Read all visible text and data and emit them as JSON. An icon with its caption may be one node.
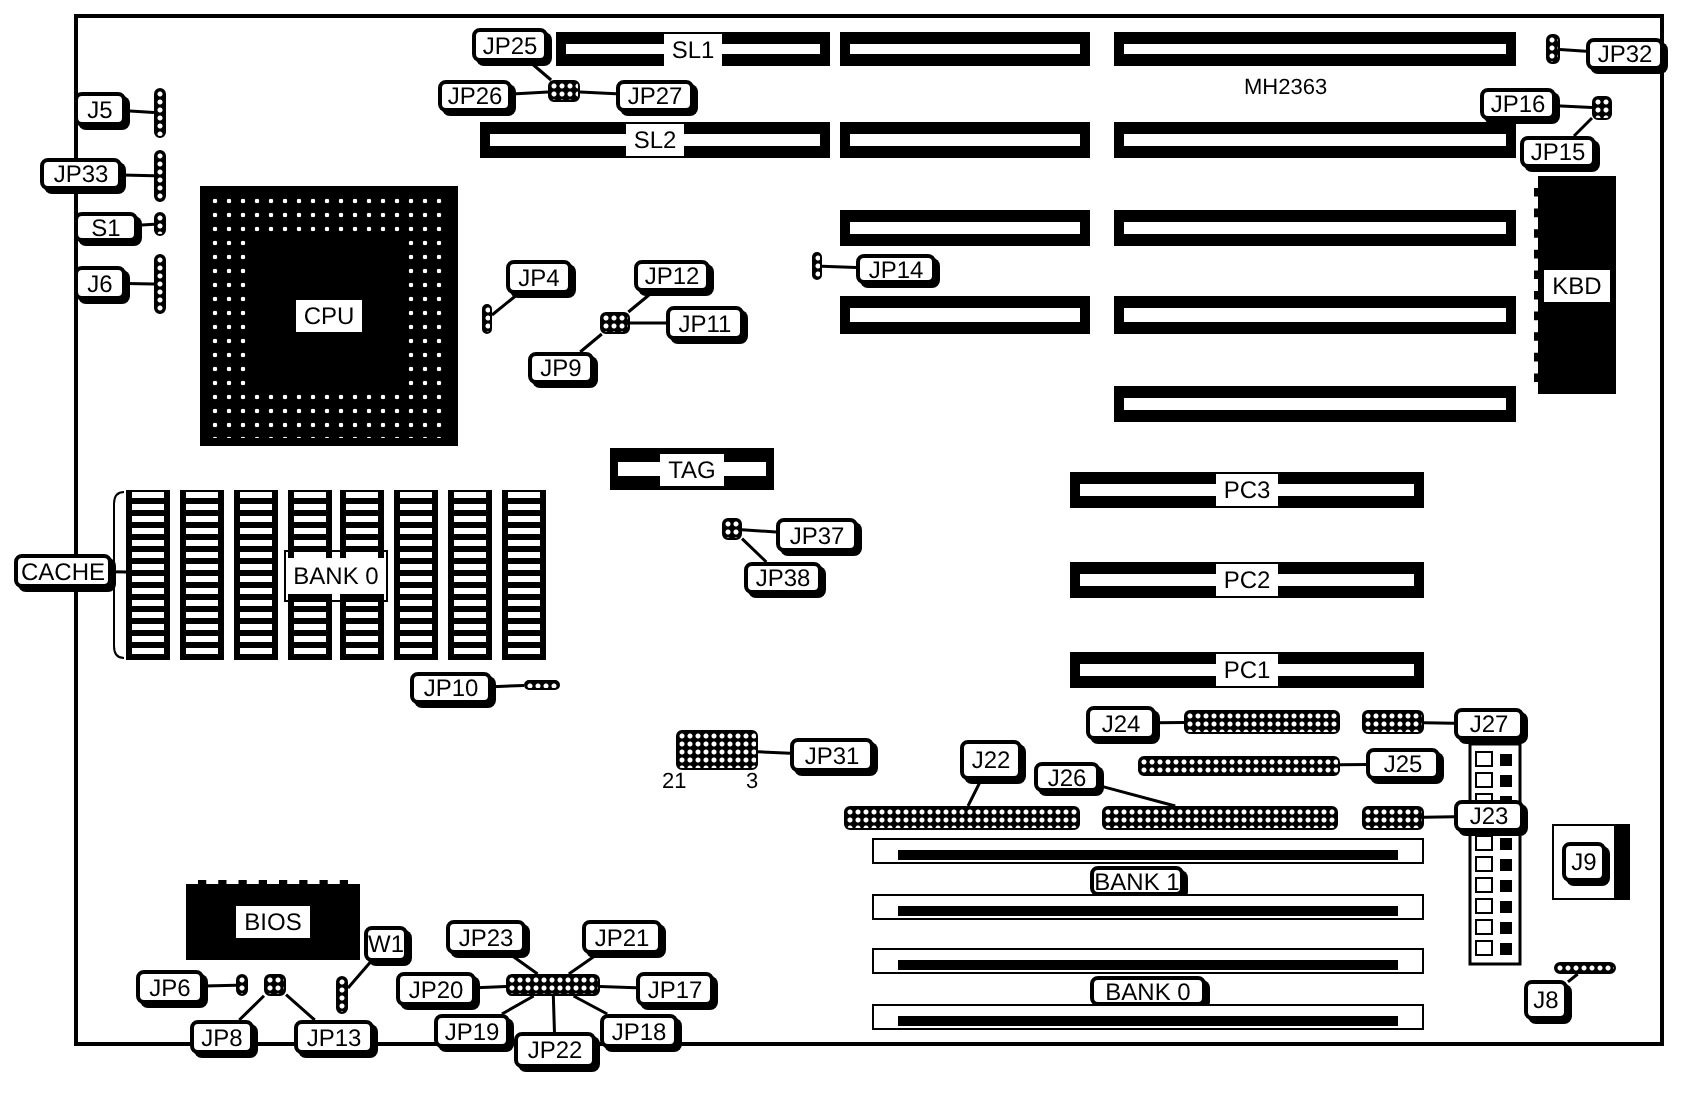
{
  "diagram": {
    "nodes": [
      {
        "text": [
          "SL1"
        ]
      },
      {
        "text": [
          "SL2"
        ]
      },
      {
        "text": [],
        "shape": "bar"
      },
      {
        "text": [],
        "shape": "bar"
      },
      {
        "text": [],
        "shape": "bar"
      },
      {
        "text": [],
        "shape": "bar"
      },
      {
        "text": [],
        "shape": "bar"
      },
      {
        "text": [],
        "shape": "bar"
      },
      {
        "text": [],
        "shape": "bar"
      },
      {
        "text": [],
        "shape": "bar"
      },
      {
        "text": [],
        "shape": "bar"
      },
      {
        "text": [
          "JP25"
        ]
      },
      {
        "text": [
          "JP26"
        ]
      },
      {
        "text": [],
        "shape": "box"
      },
      {
        "text": [
          "JP27"
        ]
      },
      {
        "text": [],
        "shape": "box"
      },
      {
        "text": [
          "JP32"
        ]
      },
      {
        "text": [
          "JP16"
        ]
      },
      {
        "text": [],
        "shape": "box"
      },
      {
        "text": [
          "JP15"
        ]
      },
      {
        "text": [
          "KBD"
        ]
      },
      {
        "text": [
          "J5"
        ]
      },
      {
        "text": [],
        "shape": "box"
      },
      {
        "text": [
          "JP33"
        ]
      },
      {
        "text": [],
        "shape": "box"
      },
      {
        "text": [
          "S1"
        ]
      },
      {
        "text": [],
        "shape": "box"
      },
      {
        "text": [
          "J6"
        ]
      },
      {
        "text": [],
        "shape": "box"
      },
      {
        "text": [
          "CPU"
        ]
      },
      {
        "text": [
          "JP4"
        ]
      },
      {
        "text": [],
        "shape": "box"
      },
      {
        "text": [
          "JP12"
        ]
      },
      {
        "text": [],
        "shape": "box"
      },
      {
        "text": [
          "JP11"
        ]
      },
      {
        "text": [
          "JP9"
        ]
      },
      {
        "text": [],
        "shape": "box"
      },
      {
        "text": [
          "JP14"
        ]
      },
      {
        "text": [
          "TAG"
        ]
      },
      {
        "text": [
          "CACHE"
        ]
      },
      {
        "text": [
          "BANK 0"
        ]
      },
      {
        "text": [],
        "shape": "box"
      },
      {
        "text": [
          "JP37"
        ]
      },
      {
        "text": [
          "JP38"
        ]
      },
      {
        "text": [
          "PC3"
        ]
      },
      {
        "text": [
          "PC2"
        ]
      },
      {
        "text": [
          "PC1"
        ]
      },
      {
        "text": [
          "JP10"
        ]
      },
      {
        "text": [],
        "shape": "box"
      },
      {
        "text": [],
        "shape": "box"
      },
      {
        "text": [
          "JP31"
        ]
      },
      {
        "text": [
          "J24"
        ]
      },
      {
        "text": [],
        "shape": "box"
      },
      {
        "text": [],
        "shape": "box"
      },
      {
        "text": [
          "J27"
        ]
      },
      {
        "text": [
          "J22"
        ]
      },
      {
        "text": [
          "J26"
        ]
      },
      {
        "text": [],
        "shape": "box"
      },
      {
        "text": [
          "J25"
        ]
      },
      {
        "text": [],
        "shape": "box"
      },
      {
        "text": [],
        "shape": "box"
      },
      {
        "text": [],
        "shape": "box"
      },
      {
        "text": [
          "J23"
        ]
      },
      {
        "text": [
          "J9"
        ]
      },
      {
        "text": [],
        "shape": "bar"
      },
      {
        "text": [
          "BANK 1"
        ]
      },
      {
        "text": [],
        "shape": "bar"
      },
      {
        "text": [],
        "shape": "bar"
      },
      {
        "text": [
          "BANK 0"
        ]
      },
      {
        "text": [],
        "shape": "bar"
      },
      {
        "text": [],
        "shape": "box"
      },
      {
        "text": [
          "J8"
        ]
      },
      {
        "text": [
          "BIOS"
        ]
      },
      {
        "text": [
          "W1"
        ]
      },
      {
        "text": [
          "JP6"
        ]
      },
      {
        "text": [],
        "shape": "box"
      },
      {
        "text": [],
        "shape": "box"
      },
      {
        "text": [],
        "shape": "box"
      },
      {
        "text": [
          "JP23"
        ]
      },
      {
        "text": [
          "JP21"
        ]
      },
      {
        "text": [
          "JP20"
        ]
      },
      {
        "text": [],
        "shape": "box"
      },
      {
        "text": [
          "JP17"
        ]
      },
      {
        "text": [
          "JP8"
        ]
      },
      {
        "text": [
          "JP13"
        ]
      },
      {
        "text": [
          "JP19"
        ]
      },
      {
        "text": [
          "JP22"
        ]
      },
      {
        "text": [
          "JP18"
        ]
      }
    ],
    "edges": [
      {
        "from": 11,
        "to": 13,
        "arrow": "none"
      },
      {
        "from": 12,
        "to": 13,
        "arrow": "none"
      },
      {
        "from": 14,
        "to": 13,
        "arrow": "none"
      },
      {
        "from": 16,
        "to": 15,
        "arrow": "none"
      },
      {
        "from": 17,
        "to": 18,
        "arrow": "none"
      },
      {
        "from": 19,
        "to": 18,
        "arrow": "none"
      },
      {
        "from": 21,
        "to": 22,
        "arrow": "none"
      },
      {
        "from": 23,
        "to": 24,
        "arrow": "none"
      },
      {
        "from": 25,
        "to": 26,
        "arrow": "none"
      },
      {
        "from": 27,
        "to": 28,
        "arrow": "none"
      },
      {
        "from": 30,
        "to": 31,
        "arrow": "none"
      },
      {
        "from": 32,
        "to": 33,
        "arrow": "none"
      },
      {
        "from": 34,
        "to": 33,
        "arrow": "none"
      },
      {
        "from": 35,
        "to": 33,
        "arrow": "none"
      },
      {
        "from": 37,
        "to": 36,
        "arrow": "none"
      },
      {
        "from": 39,
        "to": 40,
        "arrow": "none"
      },
      {
        "from": 42,
        "to": 41,
        "arrow": "none"
      },
      {
        "from": 43,
        "to": 41,
        "arrow": "none"
      },
      {
        "from": 47,
        "to": 48,
        "arrow": "none"
      },
      {
        "from": 50,
        "to": 49,
        "arrow": "none"
      },
      {
        "from": 51,
        "to": 52,
        "arrow": "none"
      },
      {
        "from": 54,
        "to": 53,
        "arrow": "none"
      },
      {
        "from": 55,
        "to": 59,
        "arrow": "none"
      },
      {
        "from": 56,
        "to": 60,
        "arrow": "none"
      },
      {
        "from": 58,
        "to": 57,
        "arrow": "none"
      },
      {
        "from": 62,
        "to": 61,
        "arrow": "none"
      },
      {
        "from": 71,
        "to": 70,
        "arrow": "none"
      },
      {
        "from": 74,
        "to": 75,
        "arrow": "none"
      },
      {
        "from": 83,
        "to": 76,
        "arrow": "none"
      },
      {
        "from": 84,
        "to": 76,
        "arrow": "none"
      },
      {
        "from": 73,
        "to": 77,
        "arrow": "none"
      },
      {
        "from": 78,
        "to": 81,
        "arrow": "none"
      },
      {
        "from": 79,
        "to": 81,
        "arrow": "none"
      },
      {
        "from": 80,
        "to": 81,
        "arrow": "none"
      },
      {
        "from": 82,
        "to": 81,
        "arrow": "none"
      },
      {
        "from": 85,
        "to": 81,
        "arrow": "none"
      },
      {
        "from": 86,
        "to": 81,
        "arrow": "none"
      },
      {
        "from": 87,
        "to": 81,
        "arrow": "none"
      }
    ],
    "labels": [
      "MH2363",
      "21",
      "3"
    ]
  }
}
